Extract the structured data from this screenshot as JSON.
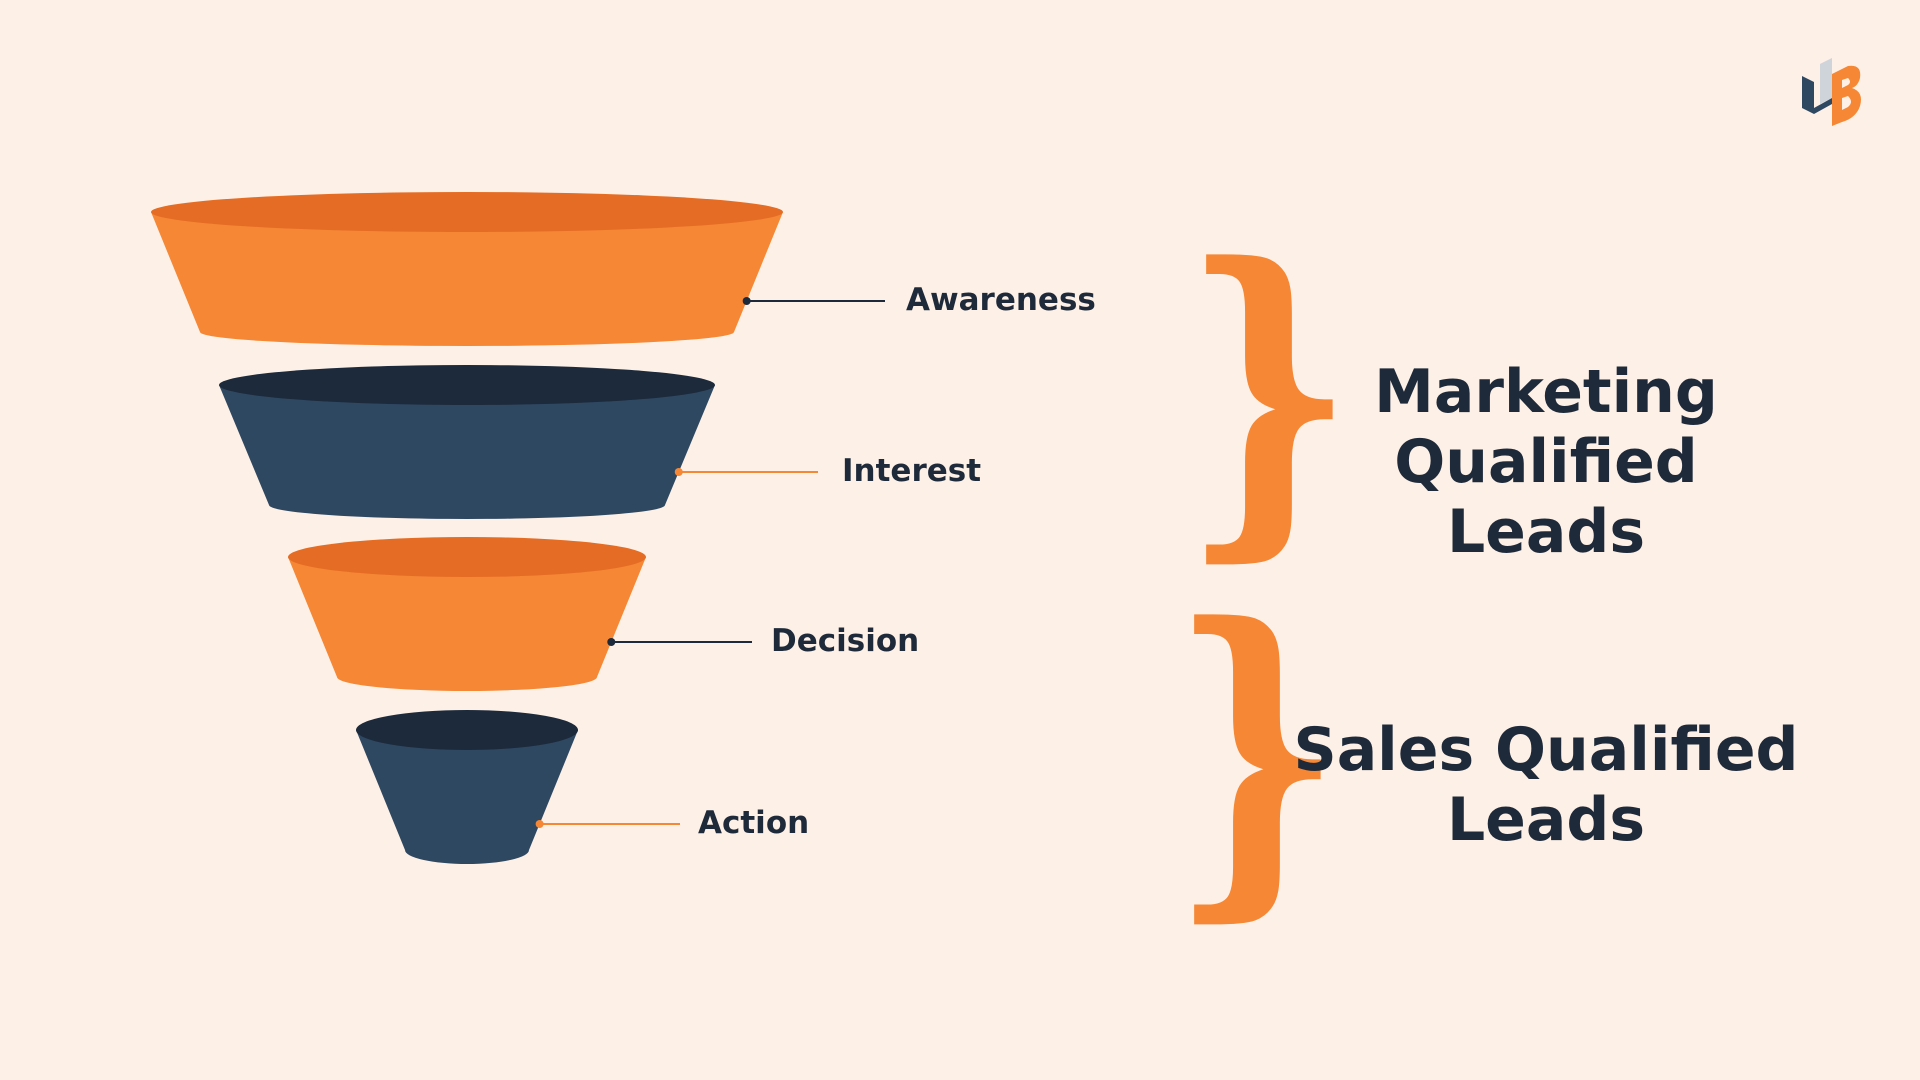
{
  "colors": {
    "background": "#fdf0e7",
    "orange": "#f58735",
    "orange_dark": "#e56c24",
    "navy": "#2f4862",
    "navy_dark": "#1d2a3b",
    "text": "#1e2a3a"
  },
  "stages": [
    {
      "label": "Awareness",
      "color": "orange"
    },
    {
      "label": "Interest",
      "color": "navy"
    },
    {
      "label": "Decision",
      "color": "orange"
    },
    {
      "label": "Action",
      "color": "navy"
    }
  ],
  "groups": [
    {
      "label_line1": "Marketing",
      "label_line2": "Qualified Leads",
      "bracket_color": "orange"
    },
    {
      "label_line1": "Sales Qualified",
      "label_line2": "Leads",
      "bracket_color": "orange"
    }
  ],
  "brace_glyph": "}",
  "logo": {
    "icon": "ub-logo-icon"
  }
}
